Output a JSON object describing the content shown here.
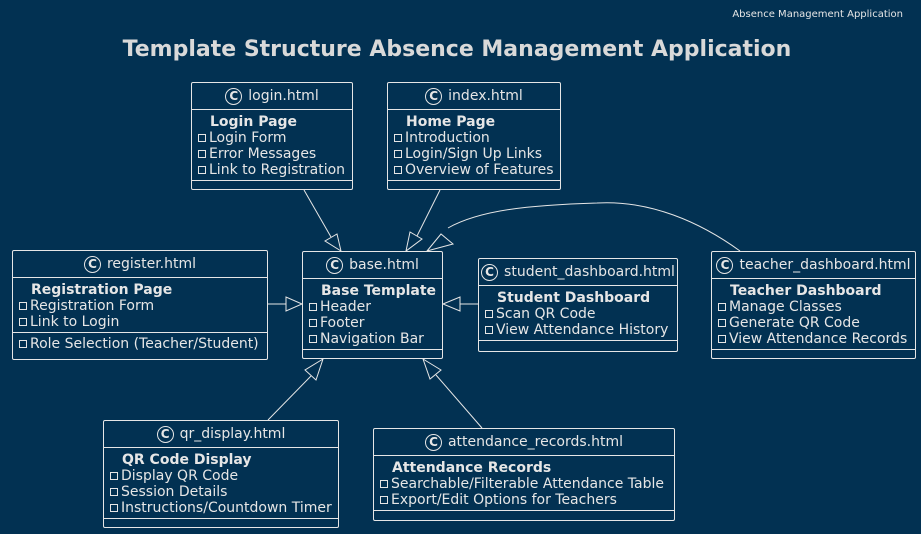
{
  "header_note": "Absence Management Application",
  "title": "Template Structure Absence Management Application",
  "classes": {
    "login": {
      "name": "login.html",
      "stereotype": "Login Page",
      "items": [
        "Login Form",
        "Error Messages",
        "Link to Registration"
      ]
    },
    "index": {
      "name": "index.html",
      "stereotype": "Home Page",
      "items": [
        "Introduction",
        "Login/Sign Up Links",
        "Overview of Features"
      ]
    },
    "register": {
      "name": "register.html",
      "stereotype": "Registration Page",
      "items": [
        "Registration Form",
        "Link to Login"
      ],
      "extra_items": [
        "Role Selection (Teacher/Student)"
      ]
    },
    "base": {
      "name": "base.html",
      "stereotype": "Base Template",
      "items": [
        "Header",
        "Footer",
        "Navigation Bar"
      ]
    },
    "student": {
      "name": "student_dashboard.html",
      "stereotype": "Student Dashboard",
      "items": [
        "Scan QR Code",
        "View Attendance History"
      ]
    },
    "teacher": {
      "name": "teacher_dashboard.html",
      "stereotype": "Teacher Dashboard",
      "items": [
        "Manage Classes",
        "Generate QR Code",
        "View Attendance Records"
      ]
    },
    "qr": {
      "name": "qr_display.html",
      "stereotype": "QR Code Display",
      "items": [
        "Display QR Code",
        "Session Details",
        "Instructions/Countdown Timer"
      ]
    },
    "attendance": {
      "name": "attendance_records.html",
      "stereotype": "Attendance Records",
      "items": [
        "Searchable/Filterable Attendance Table",
        "Export/Edit Options for Teachers"
      ]
    }
  },
  "class_icon_glyph": "C",
  "relation": "inheritance",
  "colors": {
    "background": "#023152",
    "line": "#e6e6e6",
    "title": "#d9d9d9"
  }
}
